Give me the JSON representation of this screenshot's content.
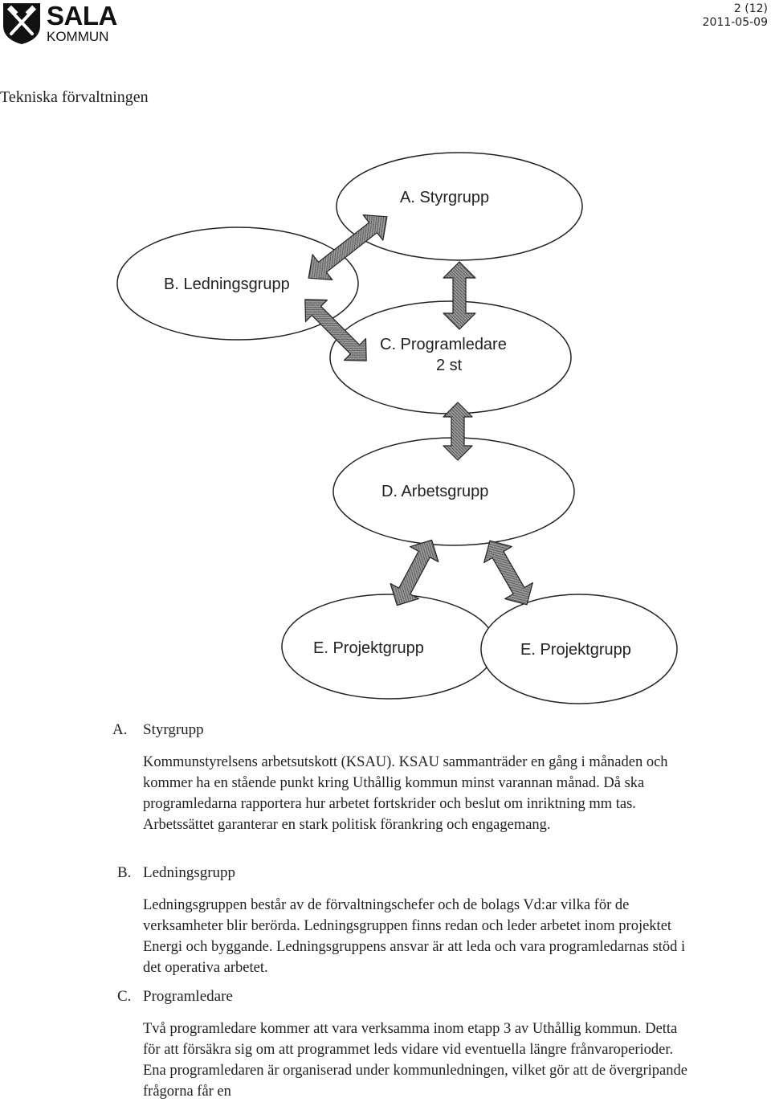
{
  "header": {
    "logo_word": "SALA",
    "logo_sub": "KOMMUN",
    "page": "2 (12)",
    "date": "2011-05-09"
  },
  "department": "Tekniska förvaltningen",
  "diagram": {
    "nodes": {
      "A": "A. Styrgrupp",
      "B": "B. Ledningsgrupp",
      "C1": "C. Programledare",
      "C2": "2 st",
      "D": "D. Arbetsgrupp",
      "E1": "E. Projektgrupp",
      "E2": "E. Projektgrupp"
    }
  },
  "sections": [
    {
      "letter": "A.",
      "title": "Styrgrupp",
      "body": "Kommunstyrelsens arbetsutskott (KSAU). KSAU sammanträder en gång i månaden och kommer ha en stående punkt kring Uthållig kommun minst varannan månad. Då ska programledarna rapportera hur arbetet fortskrider och beslut om inriktning mm tas. Arbetssättet garanterar en stark politisk förankring och engagemang."
    },
    {
      "letter": "B.",
      "title": "Ledningsgrupp",
      "body": "Ledningsgruppen består av de förvaltningschefer och de bolags Vd:ar vilka för de verksamheter blir berörda. Ledningsgruppen finns redan och leder arbetet inom projektet Energi och byggande. Ledningsgruppens ansvar är att leda och vara programledarnas stöd i det operativa arbetet."
    },
    {
      "letter": "C.",
      "title": "Programledare",
      "body": "Två programledare kommer att vara verksamma inom etapp 3 av Uthållig kommun. Detta för att försäkra sig om att programmet leds vidare vid eventuella längre frånvaroperioder. Ena programledaren är organiserad under kommunledningen, vilket gör att de övergripande frågorna får en"
    }
  ]
}
